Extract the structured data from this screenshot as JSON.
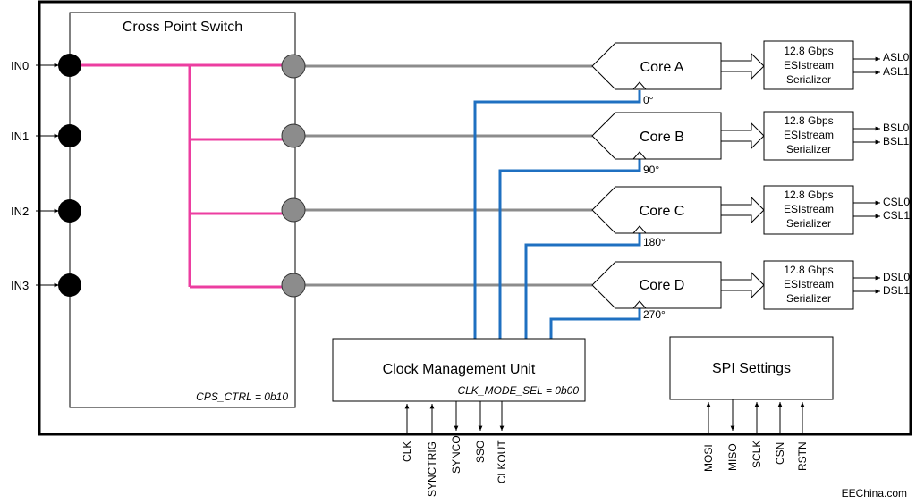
{
  "inputs": [
    "IN0",
    "IN1",
    "IN2",
    "IN3"
  ],
  "cross_point_switch": {
    "title": "Cross Point Switch",
    "ctrl_label": "CPS_CTRL = 0b10"
  },
  "cores": [
    {
      "label": "Core A",
      "phase": "0°",
      "serializer": [
        "12.8 Gbps",
        "ESIstream",
        "Serializer"
      ],
      "outputs": [
        "ASL0",
        "ASL1"
      ]
    },
    {
      "label": "Core B",
      "phase": "90°",
      "serializer": [
        "12.8 Gbps",
        "ESIstream",
        "Serializer"
      ],
      "outputs": [
        "BSL0",
        "BSL1"
      ]
    },
    {
      "label": "Core C",
      "phase": "180°",
      "serializer": [
        "12.8 Gbps",
        "ESIstream",
        "Serializer"
      ],
      "outputs": [
        "CSL0",
        "CSL1"
      ]
    },
    {
      "label": "Core D",
      "phase": "270°",
      "serializer": [
        "12.8 Gbps",
        "ESIstream",
        "Serializer"
      ],
      "outputs": [
        "DSL0",
        "DSL1"
      ]
    }
  ],
  "clock_management_unit": {
    "title": "Clock Management Unit",
    "mode_label": "CLK_MODE_SEL = 0b00",
    "pins": [
      "CLK",
      "SYNCTRIG",
      "SYNCO",
      "SSO",
      "CLKOUT"
    ]
  },
  "spi_settings": {
    "title": "SPI Settings",
    "pins": [
      "MOSI",
      "MISO",
      "SCLK",
      "CSN",
      "RSTN"
    ]
  },
  "watermark": "EEChina.com",
  "colors": {
    "crosspoint_lines": "#ec3ea0",
    "clock_lines": "#1f70c1",
    "core_lines": "#8c8c8c"
  }
}
